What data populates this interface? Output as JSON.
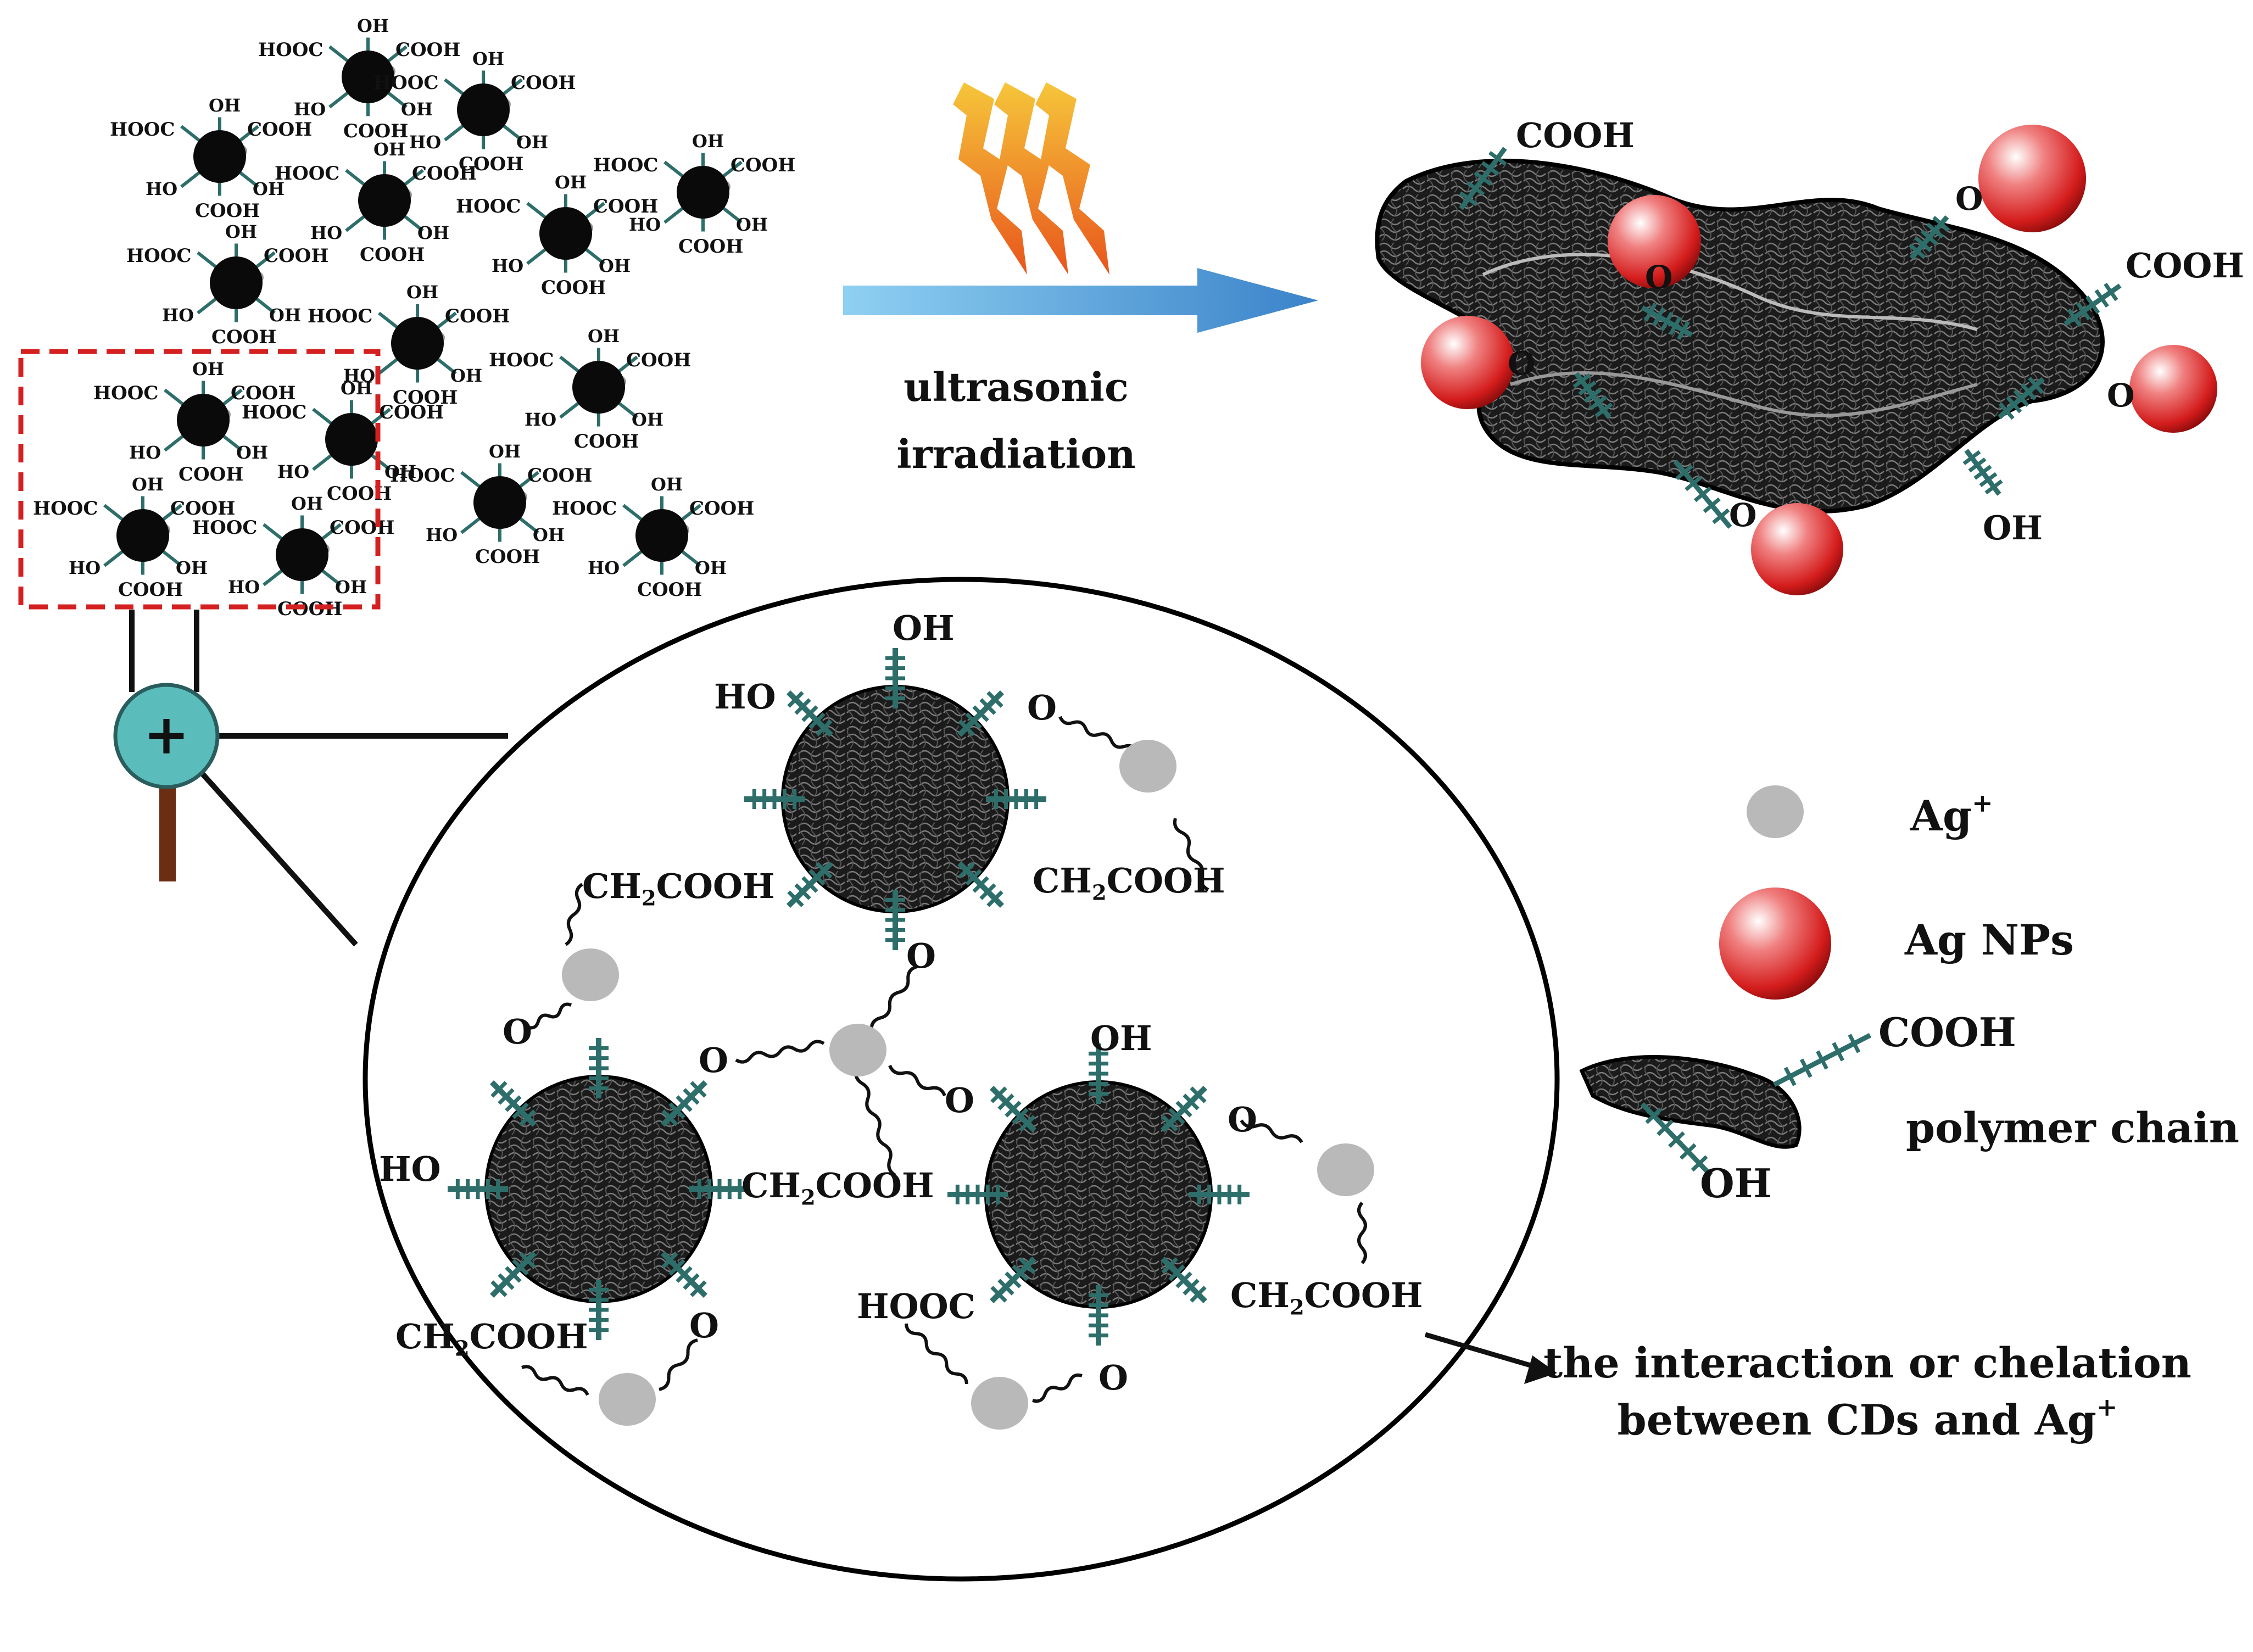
{
  "process": {
    "line1": "ultrasonic",
    "line2": "irradiation"
  },
  "groups": {
    "cooh": "COOH",
    "hooc": "HOOC",
    "oh": "OH",
    "ho": "HO",
    "o": "O",
    "ch2cooh_prefix": "CH",
    "ch2cooh_sub": "2",
    "ch2cooh_suffix": "COOH"
  },
  "legend": {
    "ag_ion_prefix": "Ag",
    "ag_ion_sup": "+",
    "ag_nps": "Ag NPs",
    "polymer_chain": "polymer chain",
    "chain_cooh": "COOH",
    "chain_oh": "OH"
  },
  "caption": {
    "line1": "the  interaction or chelation",
    "line2_prefix": "between CDs and Ag",
    "line2_sup": "+"
  },
  "magnifier": {
    "symbol": "+"
  },
  "colors": {
    "selection_box": "#d42020",
    "arrow_start": "#8fd0f2",
    "arrow_end": "#3a83c9",
    "lightning_start": "#f6c63a",
    "lightning_end": "#e8551c",
    "ag_ion": "#b9b9b9",
    "ag_np": "#d41c1c",
    "functional_group": "#2e6e6a",
    "magnifier_lens": "#5bbcbc",
    "magnifier_handle": "#6b2e13",
    "cd_core": "#0a0a0a"
  }
}
